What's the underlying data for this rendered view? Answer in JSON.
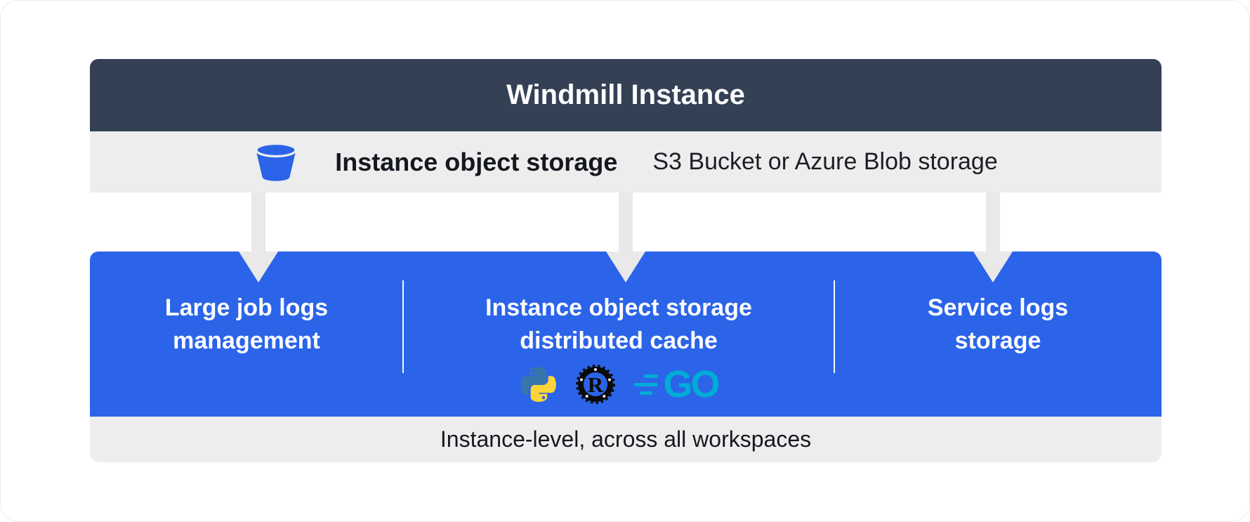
{
  "header": {
    "title": "Windmill Instance"
  },
  "storage_bar": {
    "icon": "bucket-icon",
    "title": "Instance object storage",
    "subtitle": "S3 Bucket or Azure Blob storage"
  },
  "features": [
    {
      "line1": "Large job logs",
      "line2": "management"
    },
    {
      "line1": "Instance object storage",
      "line2": "distributed cache",
      "languages": [
        "python-icon",
        "rust-icon",
        "go-icon"
      ],
      "go_text": "GO"
    },
    {
      "line1": "Service logs",
      "line2": "storage"
    }
  ],
  "footer": {
    "label": "Instance-level, across all workspaces"
  },
  "colors": {
    "header_bg": "#344054",
    "panel_blue": "#2b64e8",
    "bar_gray": "#ededee",
    "arrow_gray": "#e9e9e9",
    "bucket_blue": "#2b64e8",
    "python_blue": "#3776AB",
    "python_yellow": "#FFD43B",
    "rust_black": "#0b0b0b",
    "go_teal": "#00ACD7"
  }
}
